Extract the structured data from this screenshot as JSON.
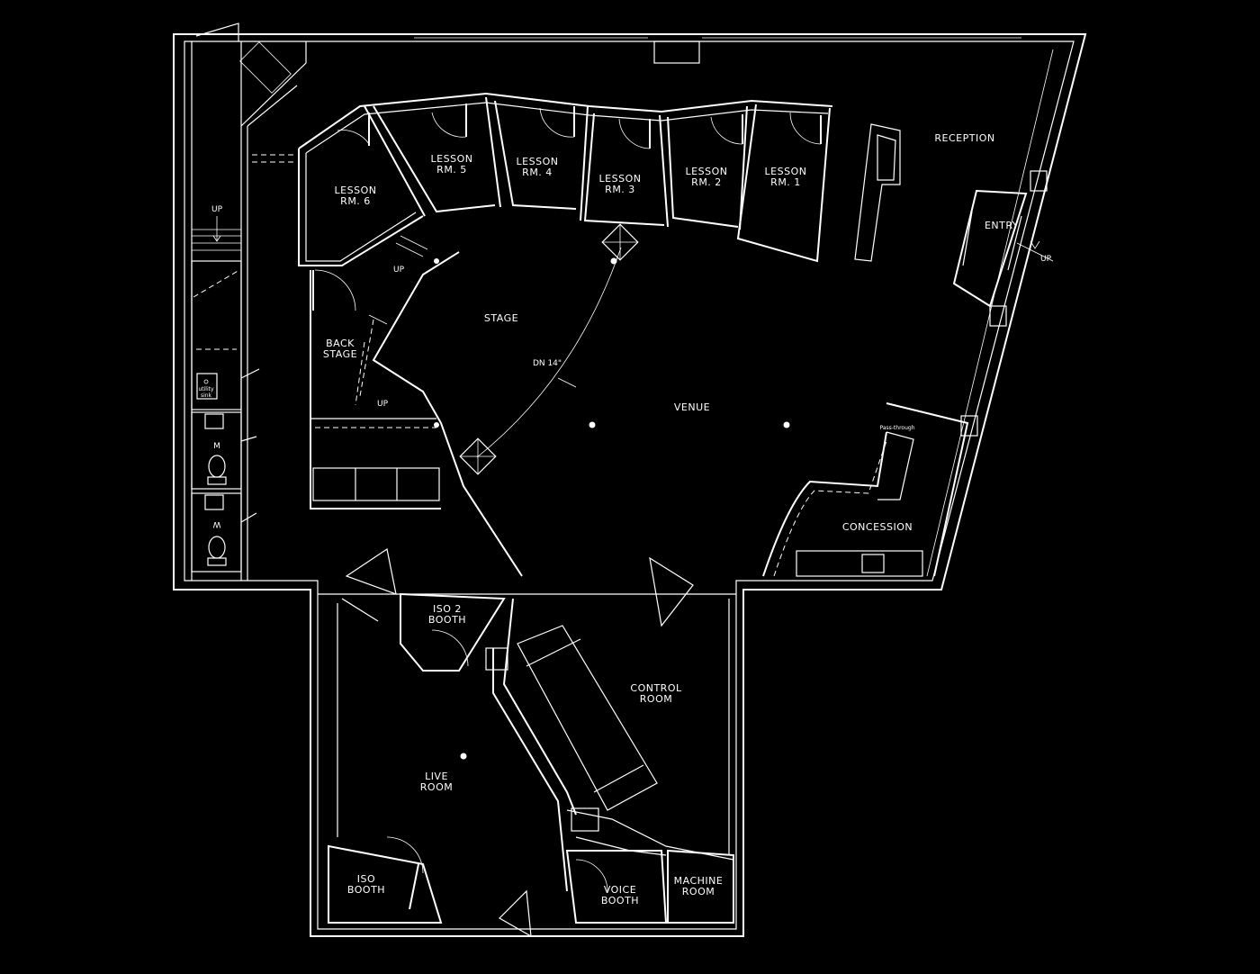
{
  "rooms": {
    "lesson_6": [
      "LESSON",
      "RM. 6"
    ],
    "lesson_5": [
      "LESSON",
      "RM. 5"
    ],
    "lesson_4": [
      "LESSON",
      "RM. 4"
    ],
    "lesson_3": [
      "LESSON",
      "RM. 3"
    ],
    "lesson_2": [
      "LESSON",
      "RM. 2"
    ],
    "lesson_1": [
      "LESSON",
      "RM. 1"
    ],
    "reception": "RECEPTION",
    "entry": "ENTRY",
    "stage": "STAGE",
    "back_stage": [
      "BACK",
      "STAGE"
    ],
    "venue": "VENUE",
    "concession": "CONCESSION",
    "iso2_booth": [
      "ISO 2",
      "BOOTH"
    ],
    "control_room": [
      "CONTROL",
      "ROOM"
    ],
    "live_room": [
      "LIVE",
      "ROOM"
    ],
    "iso_booth": [
      "ISO",
      "BOOTH"
    ],
    "voice_booth": [
      "VOICE",
      "BOOTH"
    ],
    "machine_room": [
      "MACHINE",
      "ROOM"
    ]
  },
  "annotations": {
    "up_stair_left": "UP",
    "up_stage_top": "UP",
    "up_stage_bottom": "UP",
    "up_entry": "UP",
    "dn_stage": "DN 14\"",
    "pass_through": "Pass-through",
    "utility_sink": [
      "utility",
      "sink"
    ],
    "restroom_m": "M",
    "restroom_w": "W"
  }
}
